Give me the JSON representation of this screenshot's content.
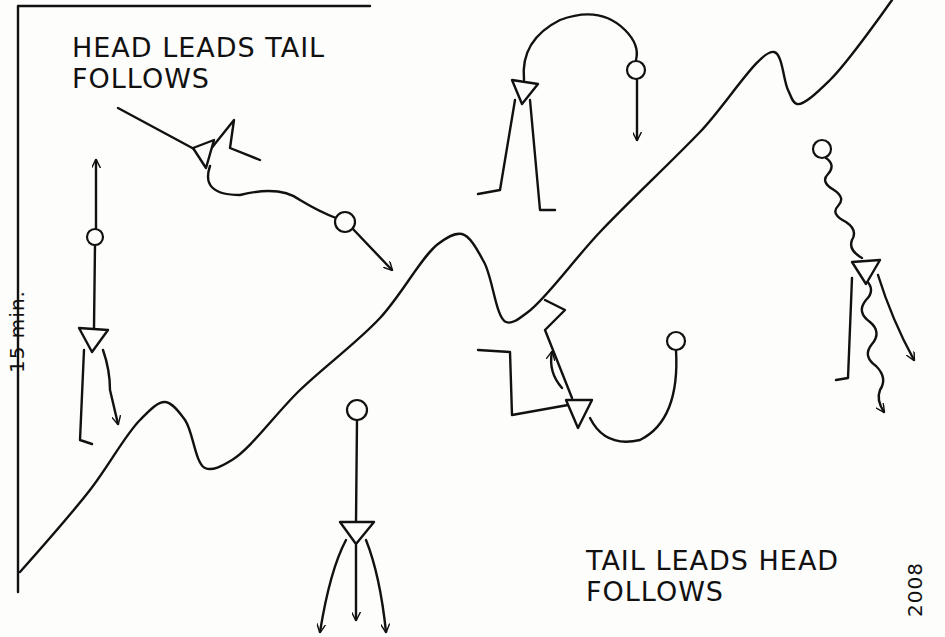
{
  "diagram": {
    "labels": [
      "HEAD LEADS TAIL FOLLOWS",
      "15 min.",
      "TAIL LEADS HEAD FOLLOWS",
      "2008"
    ]
  }
}
